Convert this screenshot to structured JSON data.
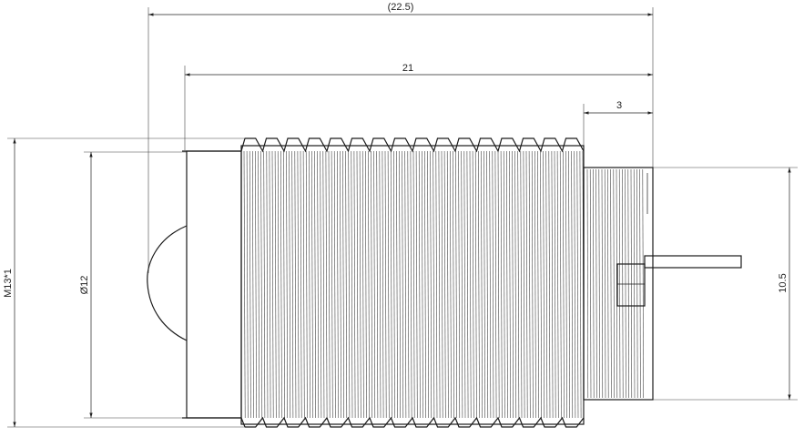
{
  "drawing": {
    "colors": {
      "line": "#1a1a1a",
      "background": "#ffffff",
      "text": "#222222"
    },
    "dimensions": {
      "overall_length": "(22.5)",
      "body_length": "21",
      "rear_length": "3",
      "thread": "M13*1",
      "front_diameter": "Ø12",
      "rear_diameter": "10.5"
    }
  }
}
